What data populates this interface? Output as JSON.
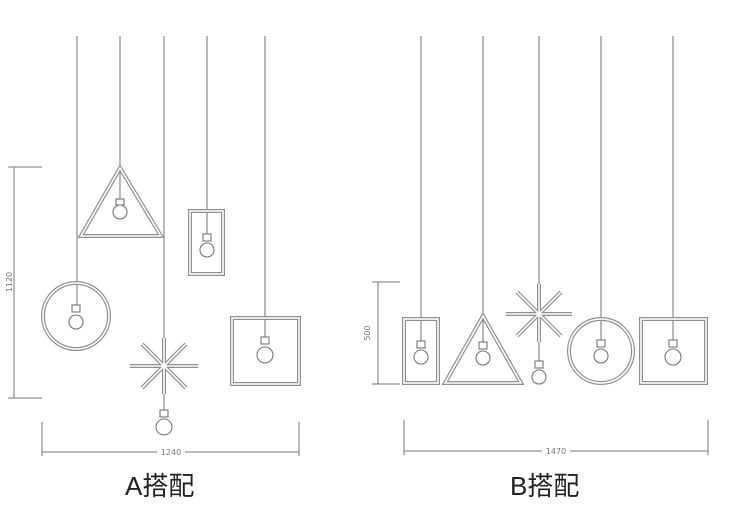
{
  "group_a": {
    "caption": "A搭配",
    "height_label": "1120",
    "width_label": "1240"
  },
  "group_b": {
    "caption": "B搭配",
    "height_label": "500",
    "width_label": "1470"
  }
}
